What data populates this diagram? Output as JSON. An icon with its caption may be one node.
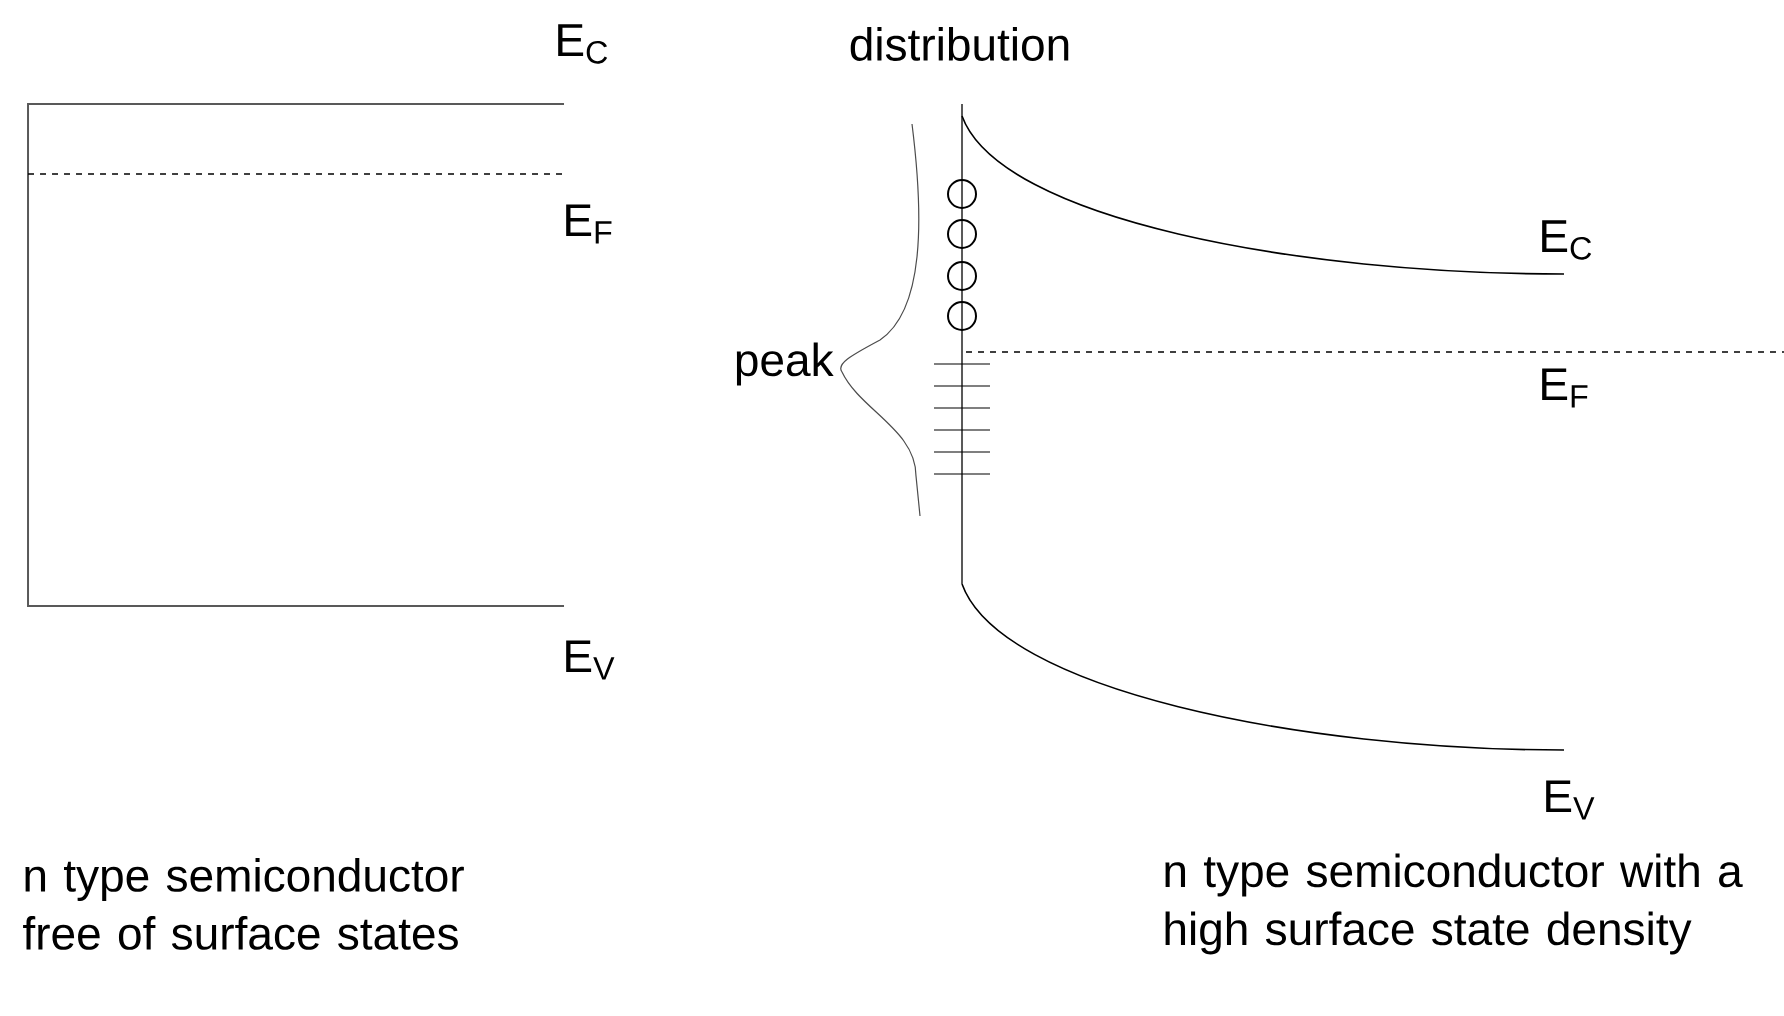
{
  "diagram": {
    "labels": [
      "E$_{C}$",
      "distribution",
      "E$_{F}$",
      "E$_{C}$",
      "peak",
      "E$_{F}$",
      "E$_{V}$",
      "E$_{V}$",
      "n type semiconductor free of surface states",
      "n type semiconductor with a high surface state density"
    ]
  }
}
